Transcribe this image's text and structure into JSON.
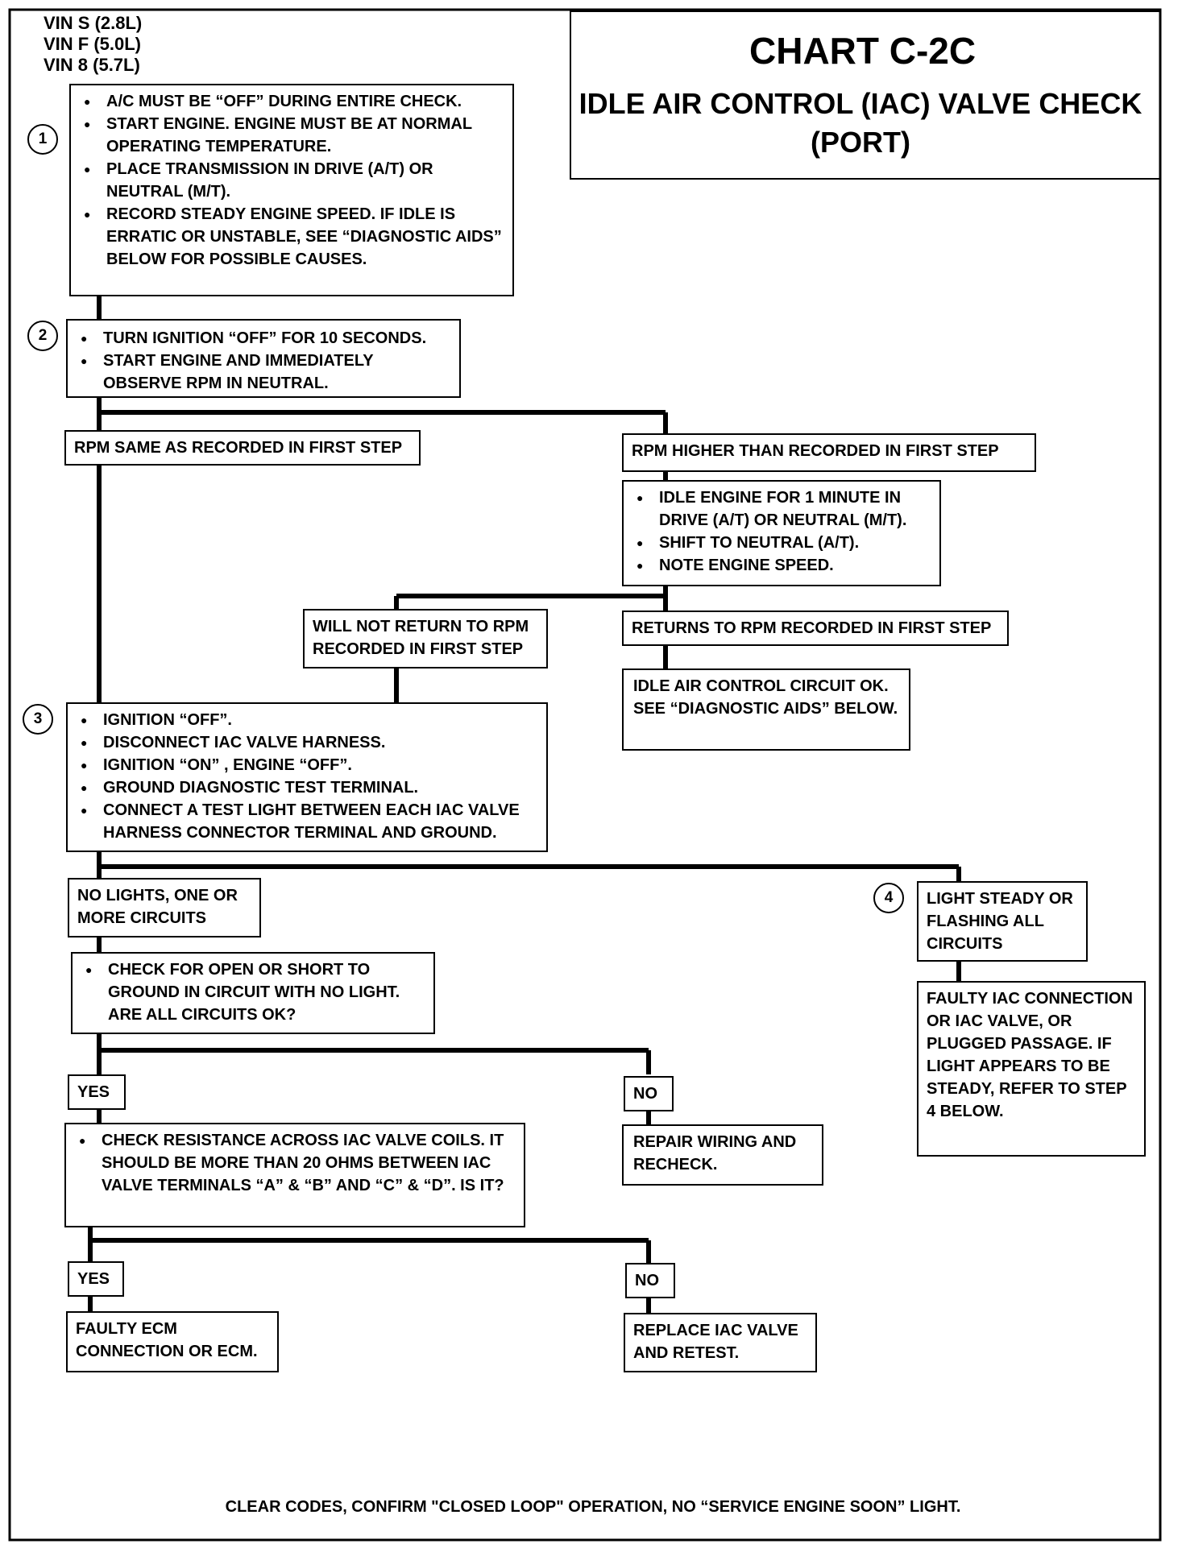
{
  "header": {
    "vin_lines": [
      "VIN S (2.8L)",
      "VIN F (5.0L)",
      "VIN 8 (5.7L)"
    ],
    "chart_id": "CHART C-2C",
    "chart_title_line1": "IDLE AIR CONTROL (IAC) VALVE CHECK",
    "chart_title_line2": "(PORT)"
  },
  "steps": [
    "1",
    "2",
    "3",
    "4"
  ],
  "box1": [
    "A/C MUST BE “OFF” DURING ENTIRE CHECK.",
    "START ENGINE.  ENGINE MUST BE AT NORMAL OPERATING TEMPERATURE.",
    "PLACE TRANSMISSION IN DRIVE (A/T) OR NEUTRAL (M/T).",
    "RECORD STEADY ENGINE SPEED.  IF IDLE IS ERRATIC OR UNSTABLE,  SEE  “DIAGNOSTIC AIDS”  BELOW  FOR POSSIBLE CAUSES."
  ],
  "box2": [
    "TURN IGNITION “OFF”  FOR 10 SECONDS.",
    "START ENGINE  AND IMMEDIATELY OBSERVE RPM IN NEUTRAL."
  ],
  "rpm_same": "RPM SAME AS RECORDED IN FIRST STEP",
  "rpm_higher": "RPM HIGHER THAN RECORDED IN FIRST STEP",
  "idle_box": [
    "IDLE ENGINE FOR 1 MINUTE  IN DRIVE (A/T) OR NEUTRAL (M/T).",
    "SHIFT TO NEUTRAL (A/T).",
    "NOTE ENGINE SPEED."
  ],
  "will_not_return": "WILL NOT RETURN TO RPM RECORDED  IN FIRST STEP",
  "returns": "RETURNS TO RPM RECORDED IN FIRST STEP",
  "iac_ok": "IDLE AIR CONTROL CIRCUIT OK. SEE “DIAGNOSTIC AIDS” BELOW.",
  "box3": [
    "IGNITION “OFF”.",
    "DISCONNECT IAC VALVE HARNESS.",
    "IGNITION “ON” , ENGINE “OFF”.",
    "GROUND DIAGNOSTIC TEST TERMINAL.",
    "CONNECT A TEST LIGHT BETWEEN EACH IAC VALVE HARNESS CONNECTOR TERMINAL AND GROUND."
  ],
  "no_lights": "NO LIGHTS, ONE OR MORE CIRCUITS",
  "light_steady": "LIGHT  STEADY OR FLASHING ALL CIRCUITS",
  "check_open": [
    "CHECK FOR OPEN OR SHORT TO GROUND IN CIRCUIT WITH NO LIGHT. ARE ALL CIRCUITS OK?"
  ],
  "faulty_iac": "FAULTY IAC CONNECTION OR IAC VALVE, OR PLUGGED PASSAGE.  IF LIGHT APPEARS TO BE STEADY, REFER TO STEP 4  BELOW.",
  "yes": "YES",
  "no": "NO",
  "repair_wiring": "REPAIR WIRING AND RECHECK.",
  "check_resistance": [
    "CHECK RESISTANCE ACROSS IAC VALVE COILS.  IT SHOULD BE MORE THAN 20 OHMS BETWEEN IAC VALVE TERMINALS “A” & “B” AND “C” & “D”. IS IT?"
  ],
  "faulty_ecm": "FAULTY ECM CONNECTION OR ECM.",
  "replace_iac": "REPLACE IAC VALVE AND RETEST.",
  "footer": "CLEAR CODES, CONFIRM \"CLOSED LOOP\" OPERATION, NO “SERVICE ENGINE SOON” LIGHT."
}
